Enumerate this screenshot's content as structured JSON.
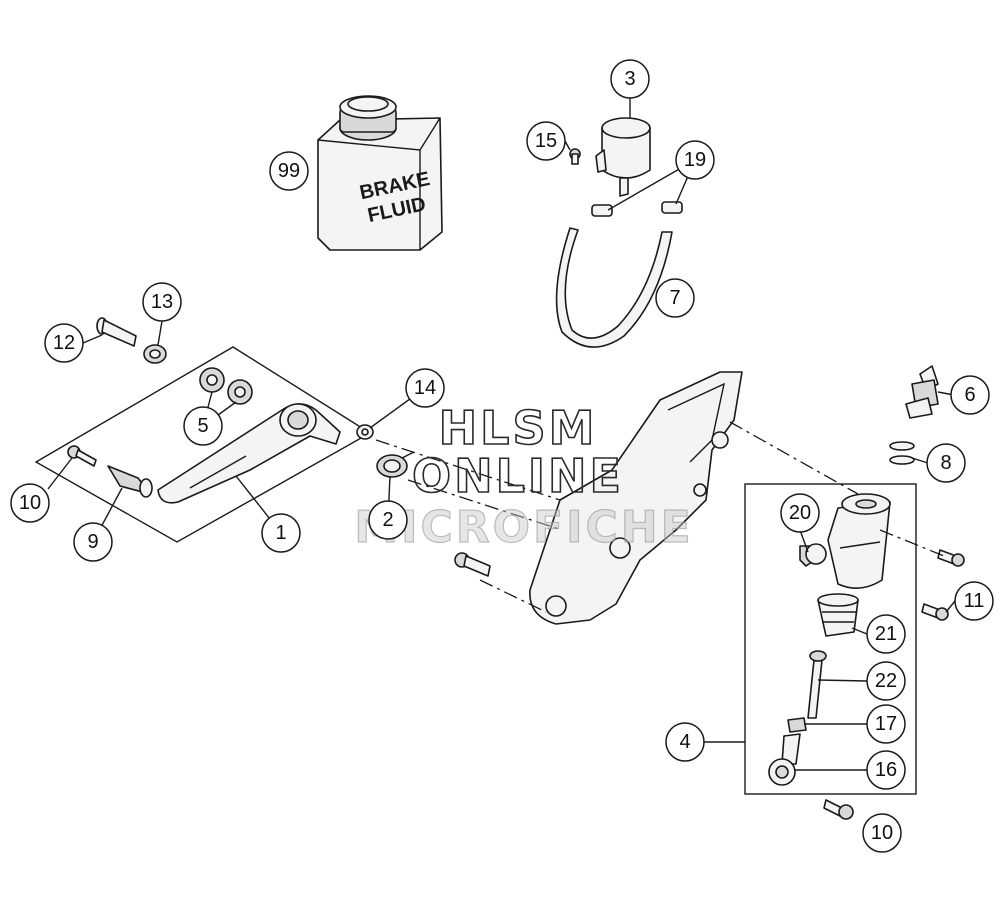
{
  "callouts": [
    {
      "id": "c99",
      "label": "99"
    },
    {
      "id": "c3",
      "label": "3"
    },
    {
      "id": "c15",
      "label": "15"
    },
    {
      "id": "c19",
      "label": "19"
    },
    {
      "id": "c7",
      "label": "7"
    },
    {
      "id": "c13",
      "label": "13"
    },
    {
      "id": "c12",
      "label": "12"
    },
    {
      "id": "c14",
      "label": "14"
    },
    {
      "id": "c6",
      "label": "6"
    },
    {
      "id": "c5",
      "label": "5"
    },
    {
      "id": "c8",
      "label": "8"
    },
    {
      "id": "c10a",
      "label": "10"
    },
    {
      "id": "c1",
      "label": "1"
    },
    {
      "id": "c2",
      "label": "2"
    },
    {
      "id": "c20",
      "label": "20"
    },
    {
      "id": "c11",
      "label": "11"
    },
    {
      "id": "c9",
      "label": "9"
    },
    {
      "id": "c21",
      "label": "21"
    },
    {
      "id": "c22",
      "label": "22"
    },
    {
      "id": "c17",
      "label": "17"
    },
    {
      "id": "c4",
      "label": "4"
    },
    {
      "id": "c16",
      "label": "16"
    },
    {
      "id": "c10b",
      "label": "10"
    }
  ],
  "can_label": {
    "line1": "BRAKE",
    "line2": "FLUID"
  },
  "watermark": {
    "line1": "HLSM",
    "line2": "ONLINE",
    "line3": "MICROFICHE"
  }
}
